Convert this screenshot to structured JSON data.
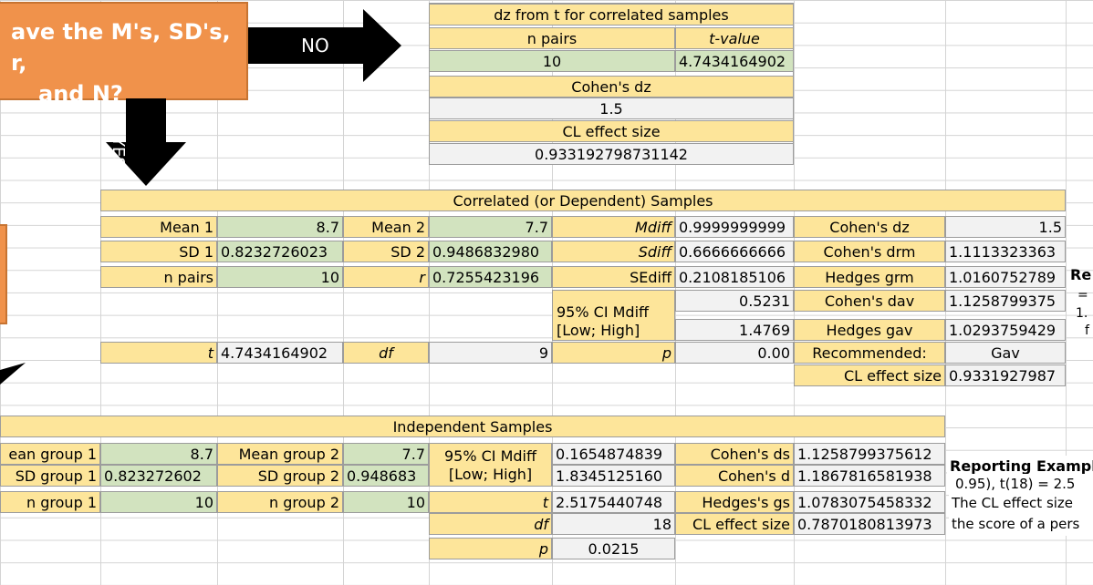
{
  "flow": {
    "question_line1": "ave the M's, SD's, r,",
    "question_line2": "and N?",
    "no_label": "NO",
    "yes_label": "YES"
  },
  "dz_panel": {
    "title": "dz from t for correlated samples",
    "n_pairs_label": "n pairs",
    "t_value_label": "t-value",
    "n_pairs_value": "10",
    "t_value": "4.7434164902",
    "cohens_dz_label": "Cohen's dz",
    "cohens_dz_value": "1.5",
    "cl_label": "CL effect size",
    "cl_value": "0.933192798731142"
  },
  "correlated": {
    "title": "Correlated (or Dependent) Samples",
    "mean1_label": "Mean 1",
    "mean1": "8.7",
    "mean2_label": "Mean 2",
    "mean2": "7.7",
    "sd1_label": "SD 1",
    "sd1": "0.8232726023",
    "sd2_label": "SD 2",
    "sd2": "0.9486832980",
    "npairs_label": "n pairs",
    "npairs": "10",
    "r_label": "r",
    "r": "0.7255423196",
    "mdiff_label": "Mdiff",
    "mdiff": "0.9999999999",
    "sdiff_label": "Sdiff",
    "sdiff": "0.6666666666",
    "sediff_label": "SEdiff",
    "sediff": "0.2108185106",
    "ci_label_line1": "95% CI Mdiff",
    "ci_label_line2": "[Low; High]",
    "ci_low": "0.5231",
    "ci_high": "1.4769",
    "t_label": "t",
    "t": "4.7434164902",
    "df_label": "df",
    "df": "9",
    "p_label": "p",
    "p": "0.00",
    "dz_label": "Cohen's dz",
    "dz": "1.5",
    "drm_label": "Cohen's drm",
    "drm": "1.1113323363",
    "grm_label": "Hedges grm",
    "grm": "1.0160752789",
    "dav_label": "Cohen's dav",
    "dav": "1.1258799375",
    "gav_label": "Hedges gav",
    "gav": "1.0293759429",
    "recommended_label": "Recommended:",
    "recommended": "Gav",
    "cl_label": "CL effect size",
    "cl": "0.9331927987",
    "side_text_1": "Re",
    "side_text_2": "=",
    "side_text_3": "1.",
    "side_text_4": "f"
  },
  "independent": {
    "title": "Independent Samples",
    "mean1_label": "ean group 1",
    "mean1": "8.7",
    "mean2_label": "Mean group 2",
    "mean2": "7.7",
    "sd1_label": "SD group 1",
    "sd1": "0.823272602",
    "sd2_label": "SD group 2",
    "sd2": "0.948683",
    "n1_label": "n group 1",
    "n1": "10",
    "n2_label": "n group 2",
    "n2": "10",
    "ci_label_line1": "95% CI Mdiff",
    "ci_label_line2": "[Low; High]",
    "ci_low": "0.1654874839",
    "ci_high": "1.8345125160",
    "t_label": "t",
    "t": "2.5175440748",
    "df_label": "df",
    "df": "18",
    "p_label": "p",
    "p": "0.0215",
    "ds_label": "Cohen's ds",
    "ds": "1.1258799375612",
    "d_label": "Cohen's d",
    "d": "1.1867816581938",
    "gs_label": "Hedges's gs",
    "gs": "1.0783075458332",
    "cl_label": "CL effect size",
    "cl": "0.7870180813973",
    "report_title": "Reporting Exampl",
    "report_line1": "0.95), t(18) = 2.5",
    "report_line2": "The CL effect size",
    "report_line3": "the score of a pers"
  }
}
